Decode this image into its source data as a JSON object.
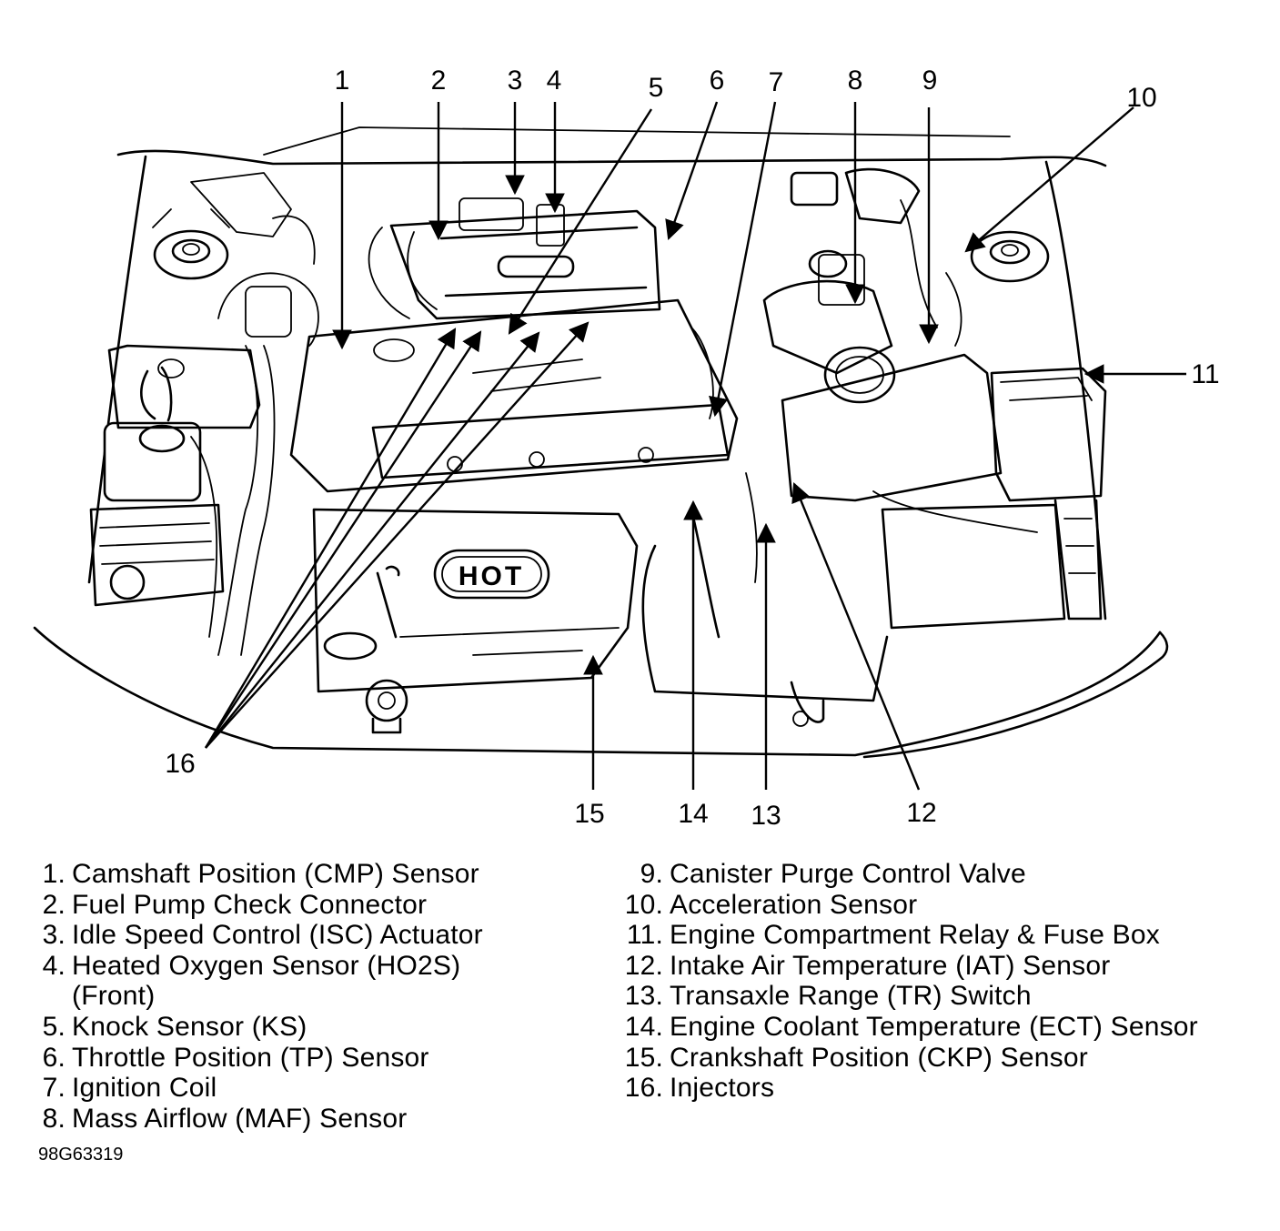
{
  "callouts": [
    "1",
    "2",
    "3",
    "4",
    "5",
    "6",
    "7",
    "8",
    "9",
    "10",
    "11",
    "12",
    "13",
    "14",
    "15",
    "16"
  ],
  "hot_label": "HOT",
  "legend_left": [
    {
      "num": "1.",
      "text": "Camshaft Position (CMP) Sensor"
    },
    {
      "num": "2.",
      "text": "Fuel Pump Check Connector"
    },
    {
      "num": "3.",
      "text": "Idle Speed Control (ISC) Actuator"
    },
    {
      "num": "4.",
      "text": "Heated Oxygen Sensor (HO2S)"
    },
    {
      "num": "",
      "text": "(Front)"
    },
    {
      "num": "5.",
      "text": "Knock Sensor (KS)"
    },
    {
      "num": "6.",
      "text": "Throttle Position (TP) Sensor"
    },
    {
      "num": "7.",
      "text": "Ignition Coil"
    },
    {
      "num": "8.",
      "text": "Mass Airflow (MAF) Sensor"
    }
  ],
  "legend_right": [
    {
      "num": "9.",
      "text": "Canister Purge Control Valve"
    },
    {
      "num": "10.",
      "text": "Acceleration Sensor"
    },
    {
      "num": "11.",
      "text": "Engine Compartment Relay & Fuse Box"
    },
    {
      "num": "12.",
      "text": "Intake Air Temperature (IAT) Sensor"
    },
    {
      "num": "13.",
      "text": "Transaxle Range (TR) Switch"
    },
    {
      "num": "14.",
      "text": "Engine Coolant Temperature (ECT) Sensor"
    },
    {
      "num": "15.",
      "text": "Crankshaft Position (CKP) Sensor"
    },
    {
      "num": "16.",
      "text": "Injectors"
    }
  ],
  "figure_id": "98G63319"
}
